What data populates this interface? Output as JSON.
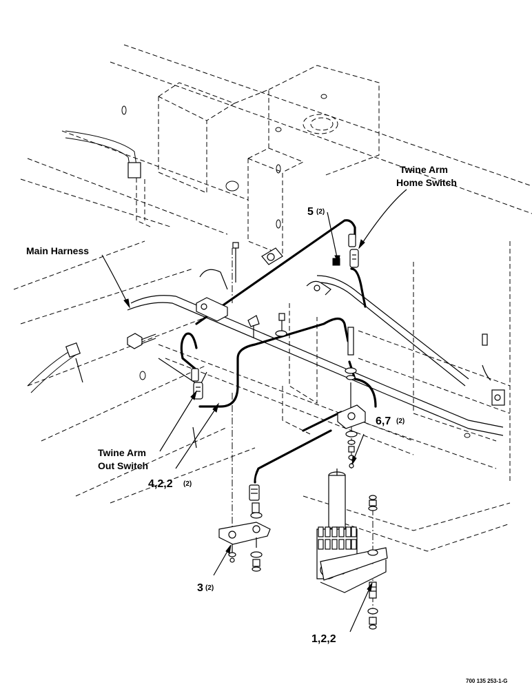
{
  "labels": {
    "main_harness": "Main Harness",
    "home_switch_line1": "Twine Arm",
    "home_switch_line2": "Home Switch",
    "out_switch_line1": "Twine Arm",
    "out_switch_line2": "Out Switch",
    "callout_5": "5",
    "callout_5_qty": "(2)",
    "callout_67": "6,7",
    "callout_67_qty": "(2)",
    "callout_422": "4,2,2",
    "callout_422_qty": "(2)",
    "callout_3": "3",
    "callout_3_qty": "(2)",
    "callout_122": "1,2,2"
  },
  "figure_ref": "700 135 253-1-G"
}
